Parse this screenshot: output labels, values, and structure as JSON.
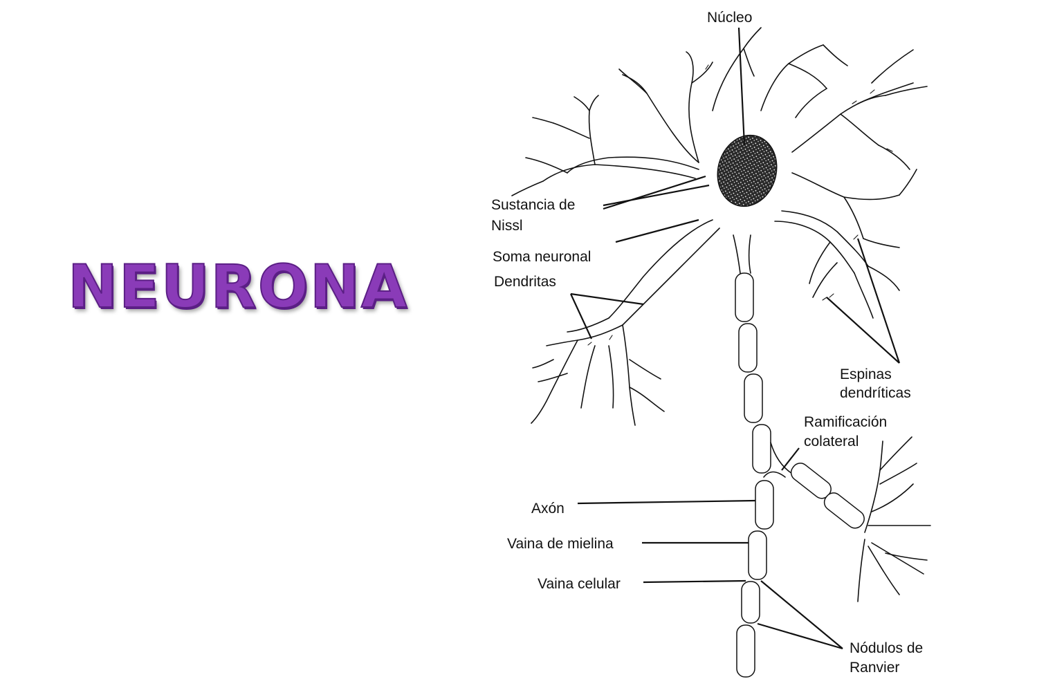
{
  "title": "NEURONA",
  "colors": {
    "title_fill": "#8a3bb8",
    "title_outline": "#5b1f85"
  },
  "labels": {
    "nucleo": "Núcleo",
    "nissl_1": "Sustancia de",
    "nissl_2": "Nissl",
    "soma": "Soma neuronal",
    "dendritas": "Dendritas",
    "espinas_1": "Espinas",
    "espinas_2": "dendríticas",
    "ramificacion_1": "Ramificación",
    "ramificacion_2": "colateral",
    "axon": "Axón",
    "mielina": "Vaina de mielina",
    "celular": "Vaina celular",
    "nodulos_1": "Nódulos de",
    "nodulos_2": "Ranvier"
  }
}
